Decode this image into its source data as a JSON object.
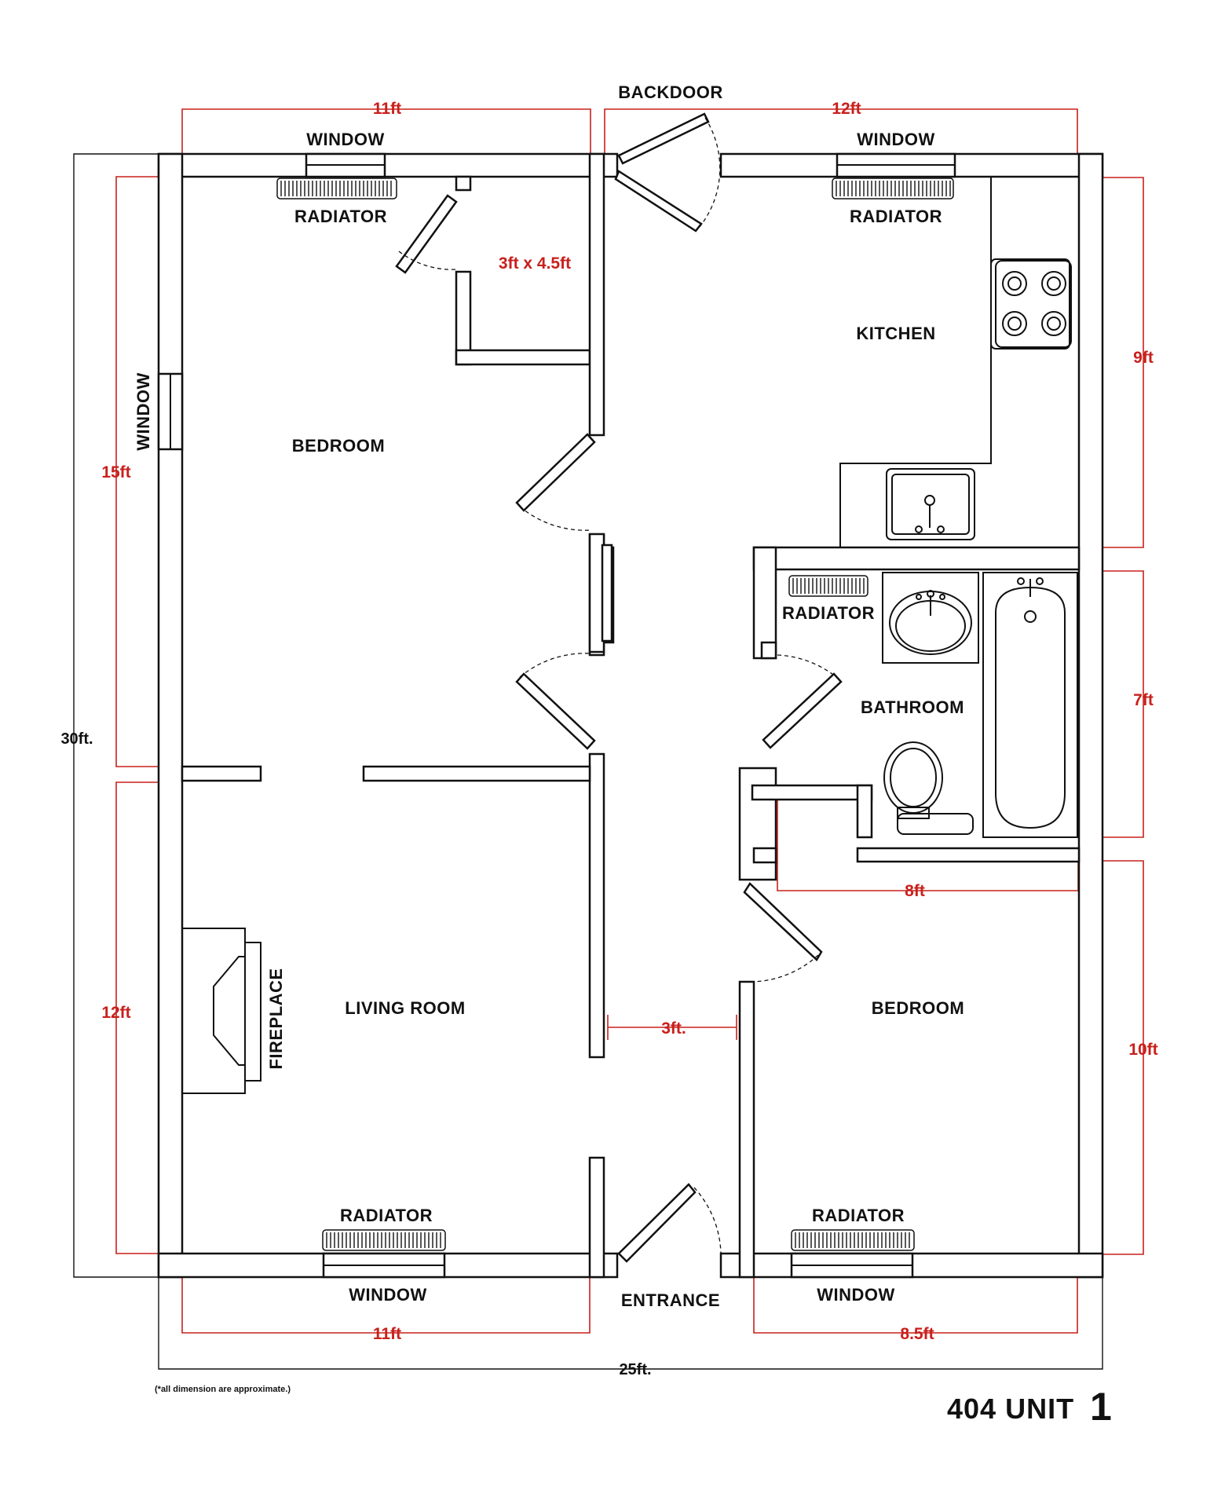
{
  "labels": {
    "backdoor": "BACKDOOR",
    "entrance": "ENTRANCE",
    "window_top_left": "WINDOW",
    "window_top_right": "WINDOW",
    "window_left": "WINDOW",
    "window_bottom_left": "WINDOW",
    "window_bottom_right": "WINDOW",
    "radiator_top_left": "RADIATOR",
    "radiator_top_right": "RADIATOR",
    "radiator_bathroom": "RADIATOR",
    "radiator_bottom_left": "RADIATOR",
    "radiator_bottom_right": "RADIATOR",
    "bedroom_left": "BEDROOM",
    "bedroom_right": "BEDROOM",
    "kitchen": "KITCHEN",
    "bathroom": "BATHROOM",
    "living_room": "LIVING ROOM",
    "fireplace": "FIREPLACE",
    "closet_size": "3ft x 4.5ft"
  },
  "dimensions": {
    "top_left": "11ft",
    "top_right": "12ft",
    "left_upper": "15ft",
    "left_lower": "12ft",
    "overall_height": "30ft.",
    "right_kitchen": "9ft",
    "right_bath": "7ft",
    "right_bedroom": "10ft",
    "bath_width": "8ft",
    "hall_width": "3ft.",
    "bottom_left": "11ft",
    "bottom_right": "8.5ft",
    "overall_width": "25ft."
  },
  "note": "(*all dimension are approximate.)",
  "title": {
    "text": "404 UNIT",
    "number": "1"
  }
}
